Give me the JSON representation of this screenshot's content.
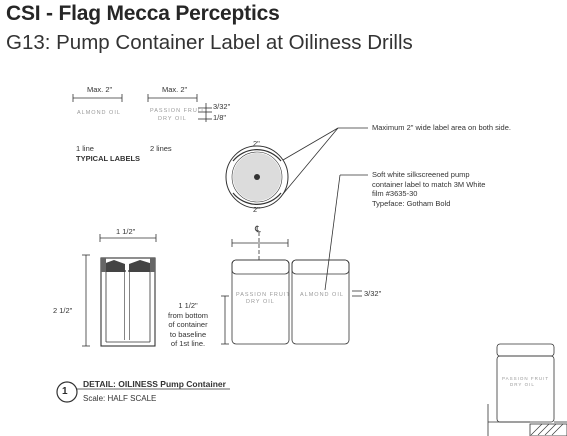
{
  "title": "CSI - Flag Mecca Perceptics",
  "subtitle": "G13: Pump Container Label at Oiliness Drills",
  "typical_labels": {
    "one_line": {
      "max_width": "Max. 2\"",
      "text": "ALMOND OIL",
      "caption": "1 line"
    },
    "two_lines": {
      "max_width": "Max. 2\"",
      "line1": "PASSION FRUIT",
      "line2": "DRY OIL",
      "cap_height": "3/32\"",
      "leading": "1/8\"",
      "caption": "2 lines"
    },
    "heading": "TYPICAL LABELS"
  },
  "top_view": {
    "dim_top": "2\"",
    "dim_bottom": "2\""
  },
  "notes": {
    "label_area": "Maximum 2\" wide label area on both side.",
    "label_spec_line1": "Soft white silkscreened pump",
    "label_spec_line2": "container label to match 3M White",
    "label_spec_line3": "film #3635-30",
    "label_spec_line4": "Typeface: Gotham Bold"
  },
  "section_view": {
    "width": "1 1/2\"",
    "height": "2 1/2\""
  },
  "elevation": {
    "centerline": "℄",
    "dim_baseline_1": "1 1/2\"",
    "dim_baseline_2": "from bottom",
    "dim_baseline_3": "of container",
    "dim_baseline_4": "to baseline",
    "dim_baseline_5": "of 1st line.",
    "front_label_1": "PASSION FRUIT",
    "front_label_2": "DRY OIL",
    "side_label": "ALMOND OIL",
    "cap_height": "3/32\""
  },
  "detail": {
    "number": "1",
    "title": "DETAIL:  OILINESS Pump Container",
    "scale": "Scale: HALF SCALE"
  },
  "thumbnail": {
    "label_1": "PASSION FRUIT",
    "label_2": "DRY OIL"
  }
}
